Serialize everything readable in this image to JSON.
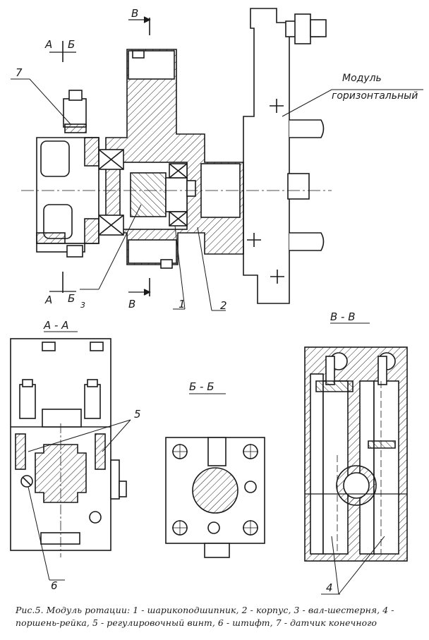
{
  "labels": {
    "section_v_top": "В",
    "section_v_bottom": "В",
    "section_a": "А",
    "section_b": "Б",
    "section_a_bottom": "А",
    "section_b_bottom": "Б",
    "num_3": "3",
    "num_7": "7",
    "num_1": "1",
    "num_2": "2",
    "num_5": "5",
    "num_6": "6",
    "num_4": "4",
    "module_line1": "Модуль",
    "module_line2": "горизонтальный"
  },
  "views": {
    "aa_title": "А - А",
    "bb_title": "Б - Б",
    "vv_title": "В - В"
  },
  "caption": {
    "line1": "Рис.5. Модуль ротации: 1 - шарикоподшипник, 2 - корпус, 3 - вал-шестерня, 4 -",
    "line2": "поршень-рейка, 5 - регулировочный винт, 6 - штифт, 7 - датчик конечного"
  }
}
